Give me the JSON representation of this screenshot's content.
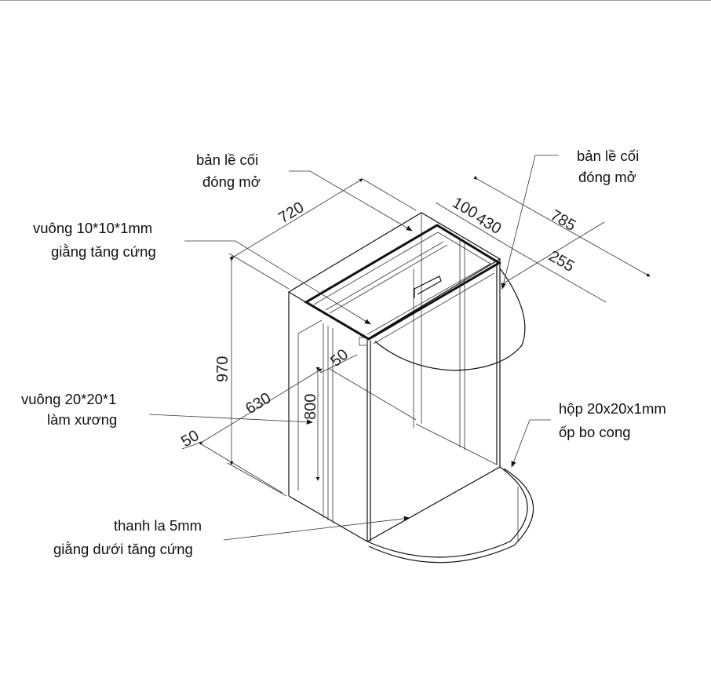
{
  "labels": {
    "hinge_left": [
      "bản lề cối",
      "đóng mở"
    ],
    "hinge_right": [
      "bản lề cối",
      "đóng mở"
    ],
    "square_10": [
      "vuông 10*10*1mm",
      "giằng tăng cứng"
    ],
    "square_20": [
      "vuông 20*20*1",
      "làm xương"
    ],
    "flat_bar": [
      "thanh la 5mm",
      "giằng dưới tăng cứng"
    ],
    "box_20": [
      "hộp 20x20x1mm",
      "ốp bo cong"
    ]
  },
  "dimensions": {
    "width_top": "720",
    "depth_total": "785",
    "offset_100": "100",
    "offset_430": "430",
    "offset_255": "255",
    "height": "970",
    "inner_width": "630",
    "inner_height": "800",
    "edge_50_bottom": "50",
    "edge_50_top": "50"
  }
}
